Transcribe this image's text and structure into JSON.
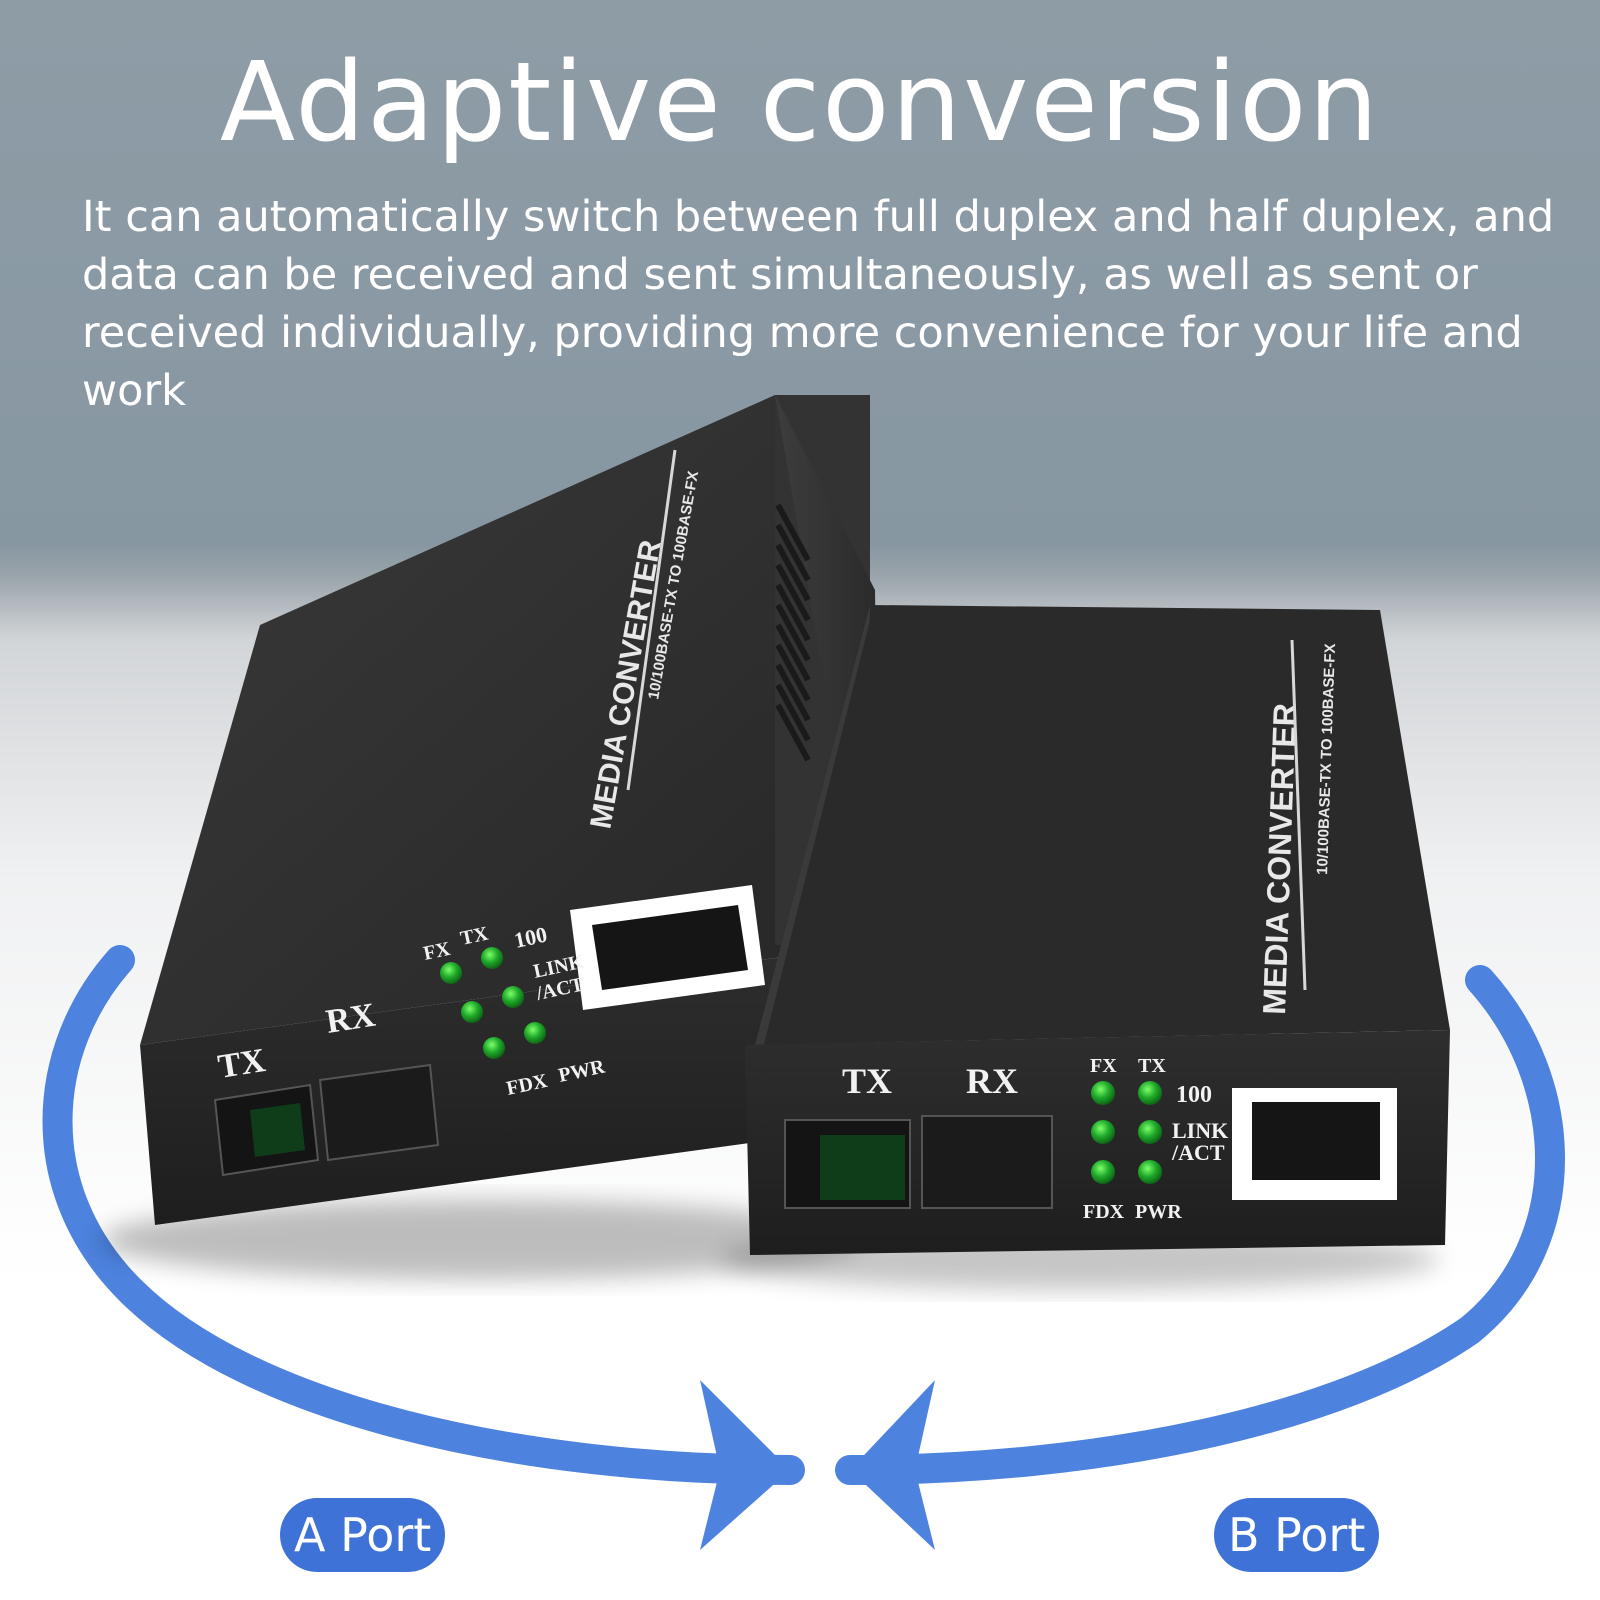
{
  "headline": "Adaptive conversion",
  "description": "It can automatically switch between full duplex and half duplex, and data can be received and sent simultaneously, as well as sent or received individually, providing more convenience for your life and work",
  "devices": [
    {
      "brand": "MEDIA CONVERTER",
      "spec": "10/100BASE-TX TO 100BASE-FX",
      "ports": {
        "tx": "TX",
        "rx": "RX"
      },
      "leds": {
        "fx": "FX",
        "tx": "TX",
        "speed": "100",
        "link": "LINK",
        "act": "/ACT",
        "fdx": "FDX",
        "pwr": "PWR"
      }
    },
    {
      "brand": "MEDIA CONVERTER",
      "spec": "10/100BASE-TX TO 100BASE-FX",
      "ports": {
        "tx": "TX",
        "rx": "RX"
      },
      "leds": {
        "fx": "FX",
        "tx": "TX",
        "speed": "100",
        "link": "LINK",
        "act": "/ACT",
        "fdx": "FDX",
        "pwr": "PWR"
      }
    }
  ],
  "port_labels": {
    "a": "A Port",
    "b": "B Port"
  },
  "colors": {
    "arrow": "#4d82de",
    "pill": "#3e72d6",
    "device": "#2b2b2b",
    "led": "#1faa2a"
  }
}
